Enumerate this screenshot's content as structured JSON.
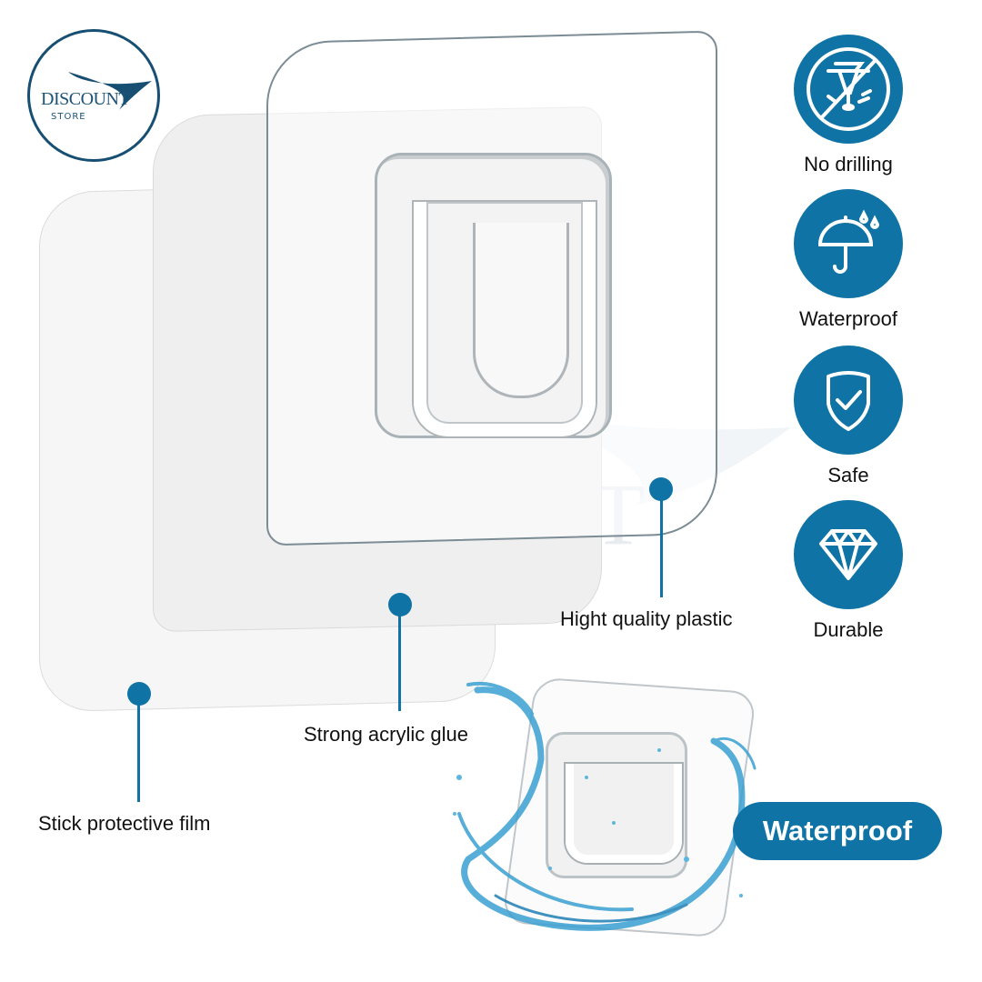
{
  "brand": {
    "logo_main": "DISCOUNT",
    "logo_sub": "STORE",
    "watermark_main": "DISCOUNT",
    "watermark_sub": "STORE",
    "primary_color": "#0f73a5",
    "logo_color": "#174f73"
  },
  "callouts": [
    {
      "label": "Hight quality plastic"
    },
    {
      "label": "Strong acrylic glue"
    },
    {
      "label": "Stick protective film"
    }
  ],
  "features": [
    {
      "icon": "no-drilling-icon",
      "label": "No drilling"
    },
    {
      "icon": "umbrella-icon",
      "label": "Waterproof"
    },
    {
      "icon": "shield-check-icon",
      "label": "Safe"
    },
    {
      "icon": "diamond-icon",
      "label": "Durable"
    }
  ],
  "badge": {
    "label": "Waterproof"
  }
}
